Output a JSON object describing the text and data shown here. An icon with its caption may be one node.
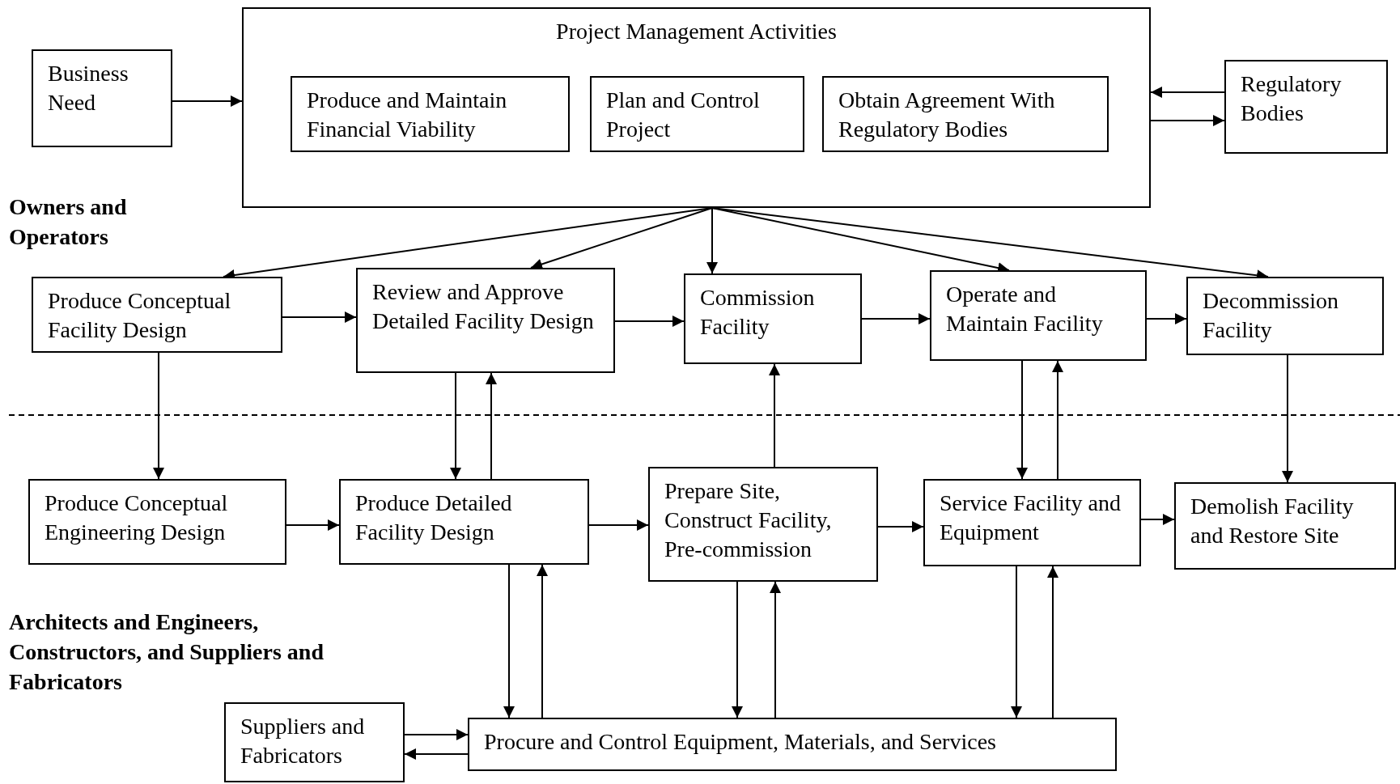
{
  "diagram": {
    "nodes": [
      {
        "text": [
          "Business Need"
        ]
      },
      {
        "text": [
          "Project Management Activities"
        ]
      },
      {
        "text": [
          "Produce and Maintain Financial Viability"
        ],
        "in": 1
      },
      {
        "text": [
          "Plan and Control Project"
        ],
        "in": 1
      },
      {
        "text": [
          "Obtain Agreement With Regulatory Bodies"
        ],
        "in": 1
      },
      {
        "text": [
          "Regulatory Bodies"
        ]
      },
      {
        "text": [
          "Produce Conceptual Facility Design"
        ]
      },
      {
        "text": [
          "Review and Approve Detailed Facility Design"
        ]
      },
      {
        "text": [
          "Commission Facility"
        ]
      },
      {
        "text": [
          "Operate and Maintain Facility"
        ]
      },
      {
        "text": [
          "Decommission Facility"
        ]
      },
      {
        "text": [
          "Produce Conceptual Engineering Design"
        ]
      },
      {
        "text": [
          "Produce Detailed Facility Design"
        ]
      },
      {
        "text": [
          "Prepare Site, Construct Facility, Pre-commission"
        ]
      },
      {
        "text": [
          "Service Facility and Equipment"
        ]
      },
      {
        "text": [
          "Demolish Facility and Restore Site"
        ]
      },
      {
        "text": [
          "Suppliers and Fabricators"
        ]
      },
      {
        "text": [
          "Procure and Control Equipment, Materials, and Services"
        ]
      }
    ],
    "edges": [
      {
        "from": 0,
        "to": 1,
        "arrow": "to"
      },
      {
        "from": 5,
        "to": 1,
        "arrow": "to"
      },
      {
        "from": 1,
        "to": 5,
        "arrow": "to"
      },
      {
        "from": 1,
        "to": 6,
        "arrow": "to"
      },
      {
        "from": 1,
        "to": 7,
        "arrow": "to"
      },
      {
        "from": 1,
        "to": 8,
        "arrow": "to"
      },
      {
        "from": 1,
        "to": 9,
        "arrow": "to"
      },
      {
        "from": 1,
        "to": 10,
        "arrow": "to"
      },
      {
        "from": 6,
        "to": 7,
        "arrow": "to"
      },
      {
        "from": 7,
        "to": 8,
        "arrow": "to"
      },
      {
        "from": 8,
        "to": 9,
        "arrow": "to"
      },
      {
        "from": 9,
        "to": 10,
        "arrow": "to"
      },
      {
        "from": 6,
        "to": 11,
        "arrow": "to"
      },
      {
        "from": 7,
        "to": 12,
        "arrow": "to"
      },
      {
        "from": 12,
        "to": 7,
        "arrow": "to"
      },
      {
        "from": 13,
        "to": 8,
        "arrow": "to"
      },
      {
        "from": 9,
        "to": 14,
        "arrow": "to"
      },
      {
        "from": 14,
        "to": 9,
        "arrow": "to"
      },
      {
        "from": 10,
        "to": 15,
        "arrow": "to"
      },
      {
        "from": 11,
        "to": 12,
        "arrow": "to"
      },
      {
        "from": 12,
        "to": 13,
        "arrow": "to"
      },
      {
        "from": 13,
        "to": 14,
        "arrow": "to"
      },
      {
        "from": 14,
        "to": 15,
        "arrow": "to"
      },
      {
        "from": 12,
        "to": 17,
        "arrow": "to"
      },
      {
        "from": 17,
        "to": 12,
        "arrow": "to"
      },
      {
        "from": 13,
        "to": 17,
        "arrow": "to"
      },
      {
        "from": 17,
        "to": 13,
        "arrow": "to"
      },
      {
        "from": 14,
        "to": 17,
        "arrow": "to"
      },
      {
        "from": 17,
        "to": 14,
        "arrow": "to"
      },
      {
        "from": 16,
        "to": 17,
        "arrow": "to"
      },
      {
        "from": 17,
        "to": 16,
        "arrow": "to"
      }
    ],
    "labels": [
      "Owners and Operators",
      "Architects and Engineers, Constructors, and Suppliers and Fabricators"
    ]
  }
}
